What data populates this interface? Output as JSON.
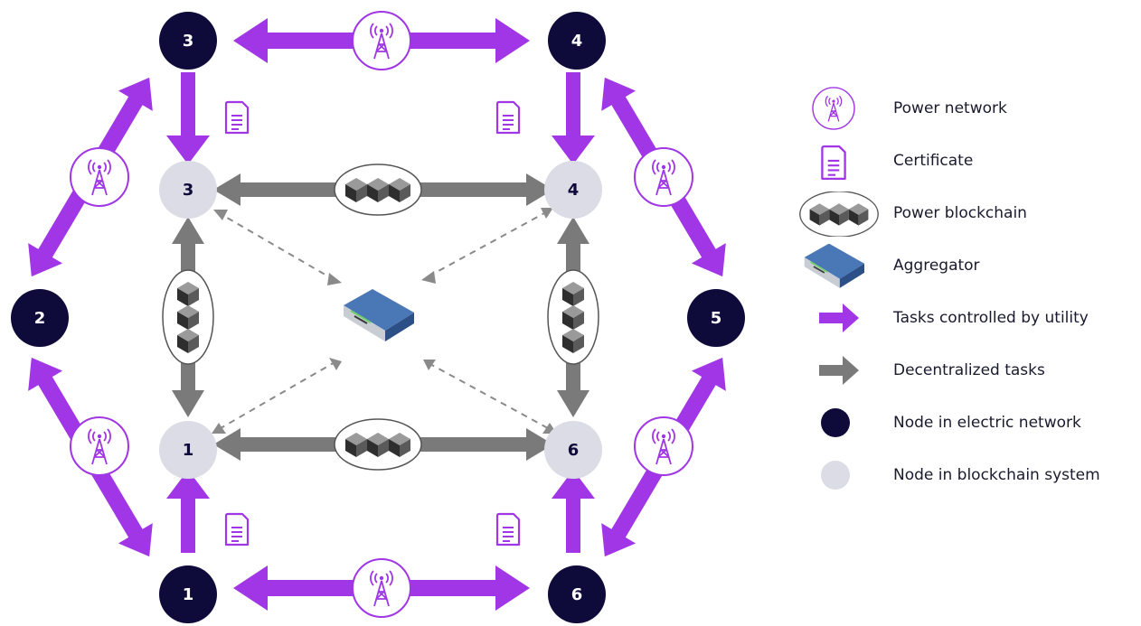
{
  "colors": {
    "utility": "#a036e5",
    "decentralized": "#7a7a7a",
    "electric_node": "#0e0b3a",
    "blockchain_node": "#dcdce6",
    "dashed": "#8a8a8a",
    "text_dark": "#0e0b3a"
  },
  "electric_nodes": [
    {
      "id": "e1",
      "label": "1"
    },
    {
      "id": "e2",
      "label": "2"
    },
    {
      "id": "e3",
      "label": "3"
    },
    {
      "id": "e4",
      "label": "4"
    },
    {
      "id": "e5",
      "label": "5"
    },
    {
      "id": "e6",
      "label": "6"
    }
  ],
  "blockchain_nodes": [
    {
      "id": "b1",
      "label": "1"
    },
    {
      "id": "b3",
      "label": "3"
    },
    {
      "id": "b4",
      "label": "4"
    },
    {
      "id": "b6",
      "label": "6"
    }
  ],
  "icons": {
    "power_network": "radio-tower-icon",
    "certificate": "certificate-document-icon",
    "blockchain": "blockchain-blocks-icon",
    "aggregator": "aggregator-device-icon"
  },
  "legend": [
    {
      "key": "power_network",
      "label": "Power network"
    },
    {
      "key": "certificate",
      "label": "Certificate"
    },
    {
      "key": "power_blockchain",
      "label": "Power blockchain"
    },
    {
      "key": "aggregator",
      "label": "Aggregator"
    },
    {
      "key": "utility_tasks",
      "label": "Tasks controlled by utility"
    },
    {
      "key": "decentralized_tasks",
      "label": "Decentralized tasks"
    },
    {
      "key": "electric_node",
      "label": "Node in electric network"
    },
    {
      "key": "blockchain_node",
      "label": "Node in blockchain system"
    }
  ]
}
